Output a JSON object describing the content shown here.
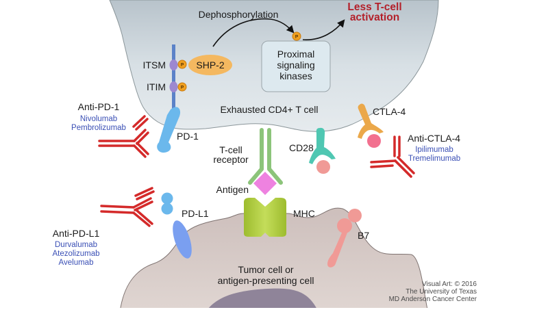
{
  "figure": {
    "title_top": "Dephosphorylation",
    "outcome": {
      "line1": "Less T-cell",
      "line2": "activation"
    },
    "t_cell_label": "Exhausted CD4+ T cell",
    "tumor_cell_label": {
      "line1": "Tumor cell or",
      "line2": "antigen-presenting cell"
    },
    "kinase_box": {
      "line1": "Proximal",
      "line2": "signaling",
      "line3": "kinases"
    },
    "motifs": {
      "itsm": "ITSM",
      "itim": "ITIM"
    },
    "phosphate_label": "P",
    "shp2": "SHP-2",
    "receptors": {
      "pd1": "PD-1",
      "pdl1": "PD-L1",
      "ctla4": "CTLA-4",
      "cd28": "CD28",
      "tcr": {
        "line1": "T-cell",
        "line2": "receptor"
      },
      "antigen": "Antigen",
      "mhc": "MHC",
      "b7": "B7"
    },
    "antibodies": {
      "anti_pd1": {
        "name": "Anti-PD-1",
        "drugs": [
          "Nivolumab",
          "Pembrolizumab"
        ]
      },
      "anti_pdl1": {
        "name": "Anti-PD-L1",
        "drugs": [
          "Durvalumab",
          "Atezolizumab",
          "Avelumab"
        ]
      },
      "anti_ctla4": {
        "name": "Anti-CTLA-4",
        "drugs": [
          "Ipilimumab",
          "Tremelimumab"
        ]
      }
    },
    "credit": {
      "line1": "Visual Art: © 2016",
      "line2": "The University of Texas",
      "line3": "MD Anderson Cancer Center"
    }
  },
  "colors": {
    "t_cell_fill": "#cfd8de",
    "tumor_cell_fill": "#d6c9c5",
    "nucleus_fill": "#8f8499",
    "antibody_red": "#d42a2a",
    "pd1_blue": "#6bb8ec",
    "pdl1_blue": "#7a9ff0",
    "tcr_green": "#8cc47a",
    "antigen_pink": "#ee82e0",
    "mhc_green": "#a9c93a",
    "ctla4_orange": "#eba84a",
    "cd28_teal": "#4fc7b2",
    "b7_pink": "#f09a96",
    "ligand_pink": "#f2708f",
    "phosphate_orange": "#f0a020",
    "shp2_orange": "#f4b860",
    "itsm_purple": "#9d88d0",
    "outcome_red": "#b3202a",
    "drug_blue": "#3a4fb5"
  }
}
